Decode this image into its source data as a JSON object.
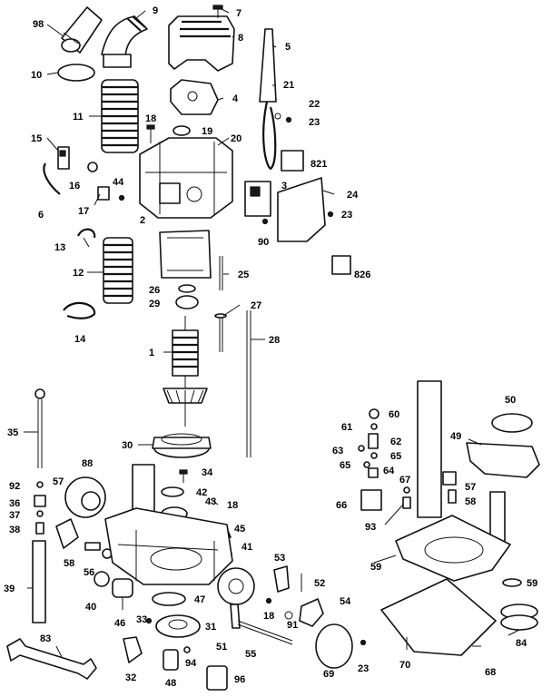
{
  "labels": {
    "l98": "98",
    "l9": "9",
    "l7": "7",
    "l8": "8",
    "l5": "5",
    "l10": "10",
    "l4": "4",
    "l21": "21",
    "l22": "22",
    "l23a": "23",
    "l11": "11",
    "l18a": "18",
    "l19": "19",
    "l15": "15",
    "l20": "20",
    "l16": "16",
    "l821": "821",
    "l6": "6",
    "l44": "44",
    "l17": "17",
    "l3": "3",
    "l24": "24",
    "l23b": "23",
    "l2": "2",
    "l90": "90",
    "l13": "13",
    "l12": "12",
    "l25": "25",
    "l826": "826",
    "l26": "26",
    "l29": "29",
    "l27": "27",
    "l14": "14",
    "l28": "28",
    "l1": "1",
    "l35": "35",
    "l50": "50",
    "l60": "60",
    "l61": "61",
    "l49": "49",
    "l62": "62",
    "l63": "63",
    "l65a": "65",
    "l65b": "65",
    "l30": "30",
    "l64": "64",
    "l88": "88",
    "l34": "34",
    "l67": "67",
    "l57a": "57",
    "l92": "92",
    "l42": "42",
    "l43": "43",
    "l18b": "18",
    "l57b": "57",
    "l58a": "58",
    "l66": "66",
    "l36": "36",
    "l37": "37",
    "l93": "93",
    "l38": "38",
    "l45": "45",
    "l41": "41",
    "l58b": "58",
    "l56": "56",
    "l59a": "59",
    "l53": "53",
    "l52": "52",
    "l39": "39",
    "l40": "40",
    "l47": "47",
    "l59b": "59",
    "l46": "46",
    "l54": "54",
    "l33": "33",
    "l18c": "18",
    "l91": "91",
    "l31": "31",
    "l51": "51",
    "l84": "84",
    "l83": "83",
    "l94": "94",
    "l55": "55",
    "l69": "69",
    "l70": "70",
    "l68": "68",
    "l23c": "23",
    "l32": "32",
    "l48": "48",
    "l96": "96"
  }
}
